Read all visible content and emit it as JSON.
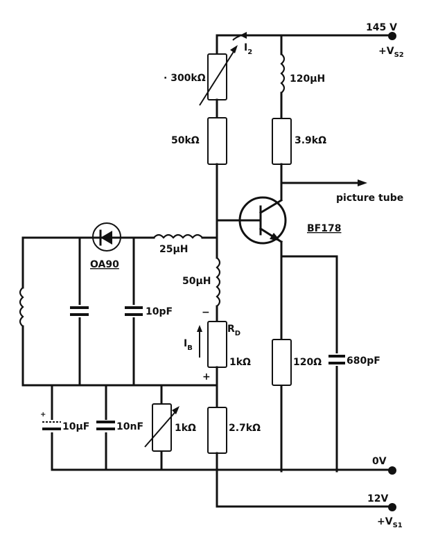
{
  "diagram": {
    "type": "electronic-schematic",
    "description": "Video output stage driving picture tube with BF178 transistor"
  },
  "supplies": {
    "vs2": {
      "voltage": "145 V",
      "name": "+V",
      "subscript": "S2"
    },
    "vs1": {
      "voltage": "12V",
      "name": "+V",
      "subscript": "S1"
    },
    "ground": {
      "voltage": "0V"
    }
  },
  "components": {
    "pot_top": {
      "value": "300kΩ",
      "type": "variable-resistor"
    },
    "r_50k": {
      "value": "50kΩ",
      "type": "resistor"
    },
    "l_120u": {
      "value": "120μH",
      "type": "inductor"
    },
    "r_3k9": {
      "value": "3.9kΩ",
      "type": "resistor"
    },
    "transistor": {
      "part": "BF178",
      "type": "npn-transistor"
    },
    "diode": {
      "part": "OA90",
      "type": "diode"
    },
    "l_25u": {
      "value": "25μH",
      "type": "inductor"
    },
    "l_50u": {
      "value": "50μH",
      "type": "inductor"
    },
    "c_10p": {
      "value": "10pF",
      "type": "capacitor"
    },
    "c_left": {
      "value": "",
      "type": "capacitor"
    },
    "l_left": {
      "value": "",
      "type": "inductor"
    },
    "r_d": {
      "name": "R",
      "subscript": "D",
      "value": "1kΩ",
      "type": "resistor"
    },
    "r_120": {
      "value": "120Ω",
      "type": "resistor"
    },
    "c_680p": {
      "value": "680pF",
      "type": "capacitor"
    },
    "c_10u": {
      "value": "10μF",
      "type": "electrolytic-capacitor",
      "polarity": "+"
    },
    "c_10n": {
      "value": "10nF",
      "type": "capacitor"
    },
    "pot_1k": {
      "value": "1kΩ",
      "type": "variable-resistor"
    },
    "r_2k7": {
      "value": "2.7kΩ",
      "type": "resistor"
    }
  },
  "annotations": {
    "output": "picture tube",
    "current_i2": {
      "name": "I",
      "subscript": "2"
    },
    "current_ib": {
      "name": "I",
      "subscript": "B"
    },
    "rd_minus": "−",
    "rd_plus": "+",
    "dot_marker": "·"
  }
}
